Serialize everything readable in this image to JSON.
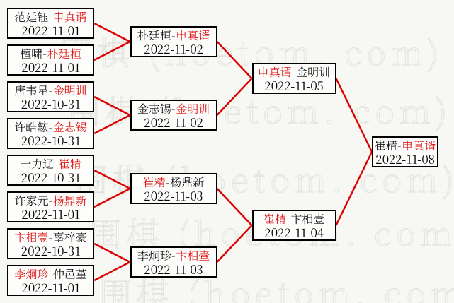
{
  "watermark": {
    "text": "围棋 (hoetom. com)"
  },
  "separator": "-",
  "colors": {
    "background": "#f7f7f4",
    "box_background": "#fdfdfc",
    "box_border": "#000000",
    "text": "#000000",
    "winner_red": "#dd0000",
    "line_red": "#dd0000",
    "watermark_gray": "#e2e2df"
  },
  "rounds": [
    {
      "matches": [
        {
          "player1": "范廷钰",
          "player2": "申真谞",
          "winner": 2,
          "date": "2022-11-01"
        },
        {
          "player1": "檀啸",
          "player2": "朴廷桓",
          "winner": 2,
          "date": "2022-11-01"
        },
        {
          "player1": "唐韦星",
          "player2": "金明训",
          "winner": 2,
          "date": "2022-10-31"
        },
        {
          "player1": "许皓鋐",
          "player2": "金志锡",
          "winner": 2,
          "date": "2022-10-31"
        },
        {
          "player1": "一力辽",
          "player2": "崔精",
          "winner": 2,
          "date": "2022-10-31"
        },
        {
          "player1": "许家元",
          "player2": "杨鼎新",
          "winner": 2,
          "date": "2022-11-01"
        },
        {
          "player1": "卞相壹",
          "player2": "辜梓豪",
          "winner": 1,
          "date": "2022-10-31"
        },
        {
          "player1": "李炯珍",
          "player2": "仲邑堇",
          "winner": 1,
          "date": "2022-11-01"
        }
      ]
    },
    {
      "matches": [
        {
          "player1": "朴廷桓",
          "player2": "申真谞",
          "winner": 2,
          "date": "2022-11-02"
        },
        {
          "player1": "金志锡",
          "player2": "金明训",
          "winner": 2,
          "date": "2022-11-02"
        },
        {
          "player1": "崔精",
          "player2": "杨鼎新",
          "winner": 1,
          "date": "2022-11-03"
        },
        {
          "player1": "李炯珍",
          "player2": "卞相壹",
          "winner": 2,
          "date": "2022-11-03"
        }
      ]
    },
    {
      "matches": [
        {
          "player1": "申真谞",
          "player2": "金明训",
          "winner": 1,
          "date": "2022-11-05"
        },
        {
          "player1": "崔精",
          "player2": "卞相壹",
          "winner": 1,
          "date": "2022-11-04"
        }
      ]
    },
    {
      "matches": [
        {
          "player1": "崔精",
          "player2": "申真谞",
          "winner": 2,
          "date": "2022-11-08"
        }
      ]
    }
  ]
}
